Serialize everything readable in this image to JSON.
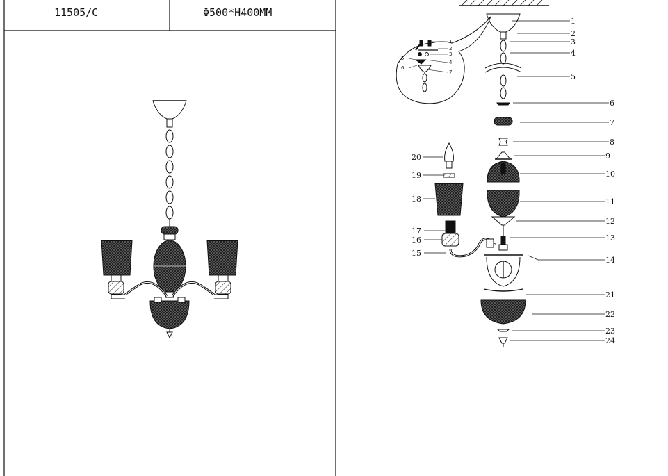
{
  "sheet": {
    "model": "11505/C",
    "dimensions": "Φ500*H400MM"
  },
  "callouts_right": [
    "1",
    "2",
    "3",
    "4",
    "5",
    "6",
    "7",
    "8",
    "9",
    "10",
    "11",
    "12",
    "13",
    "14",
    "21",
    "22",
    "23",
    "24"
  ],
  "callouts_left": [
    "20",
    "19",
    "18",
    "17",
    "16",
    "15"
  ],
  "detail_callouts": {
    "right": [
      "1",
      "2",
      "3",
      "4",
      "7"
    ],
    "left": [
      "5",
      "6"
    ]
  }
}
